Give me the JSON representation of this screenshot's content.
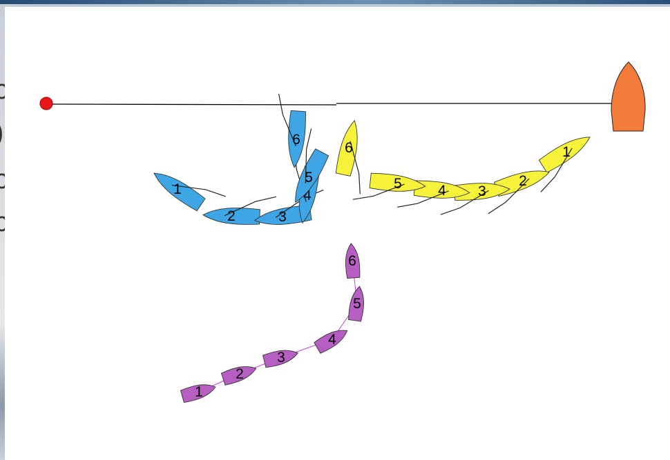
{
  "colors": {
    "blue_boat": "#3fa6e6",
    "yellow_boat": "#f7f23a",
    "purple_boat": "#b65ec2",
    "committee_boat": "#f47c3a",
    "pin_buoy": "#e8171b",
    "line": "#000000"
  },
  "fleets": [
    {
      "id": "blue",
      "labels": [
        "1",
        "2",
        "3",
        "4",
        "5",
        "6"
      ]
    },
    {
      "id": "yellow",
      "labels": [
        "1",
        "2",
        "3",
        "4",
        "5",
        "6"
      ]
    },
    {
      "id": "purple",
      "labels": [
        "1",
        "2",
        "3",
        "4",
        "5",
        "6"
      ]
    }
  ]
}
